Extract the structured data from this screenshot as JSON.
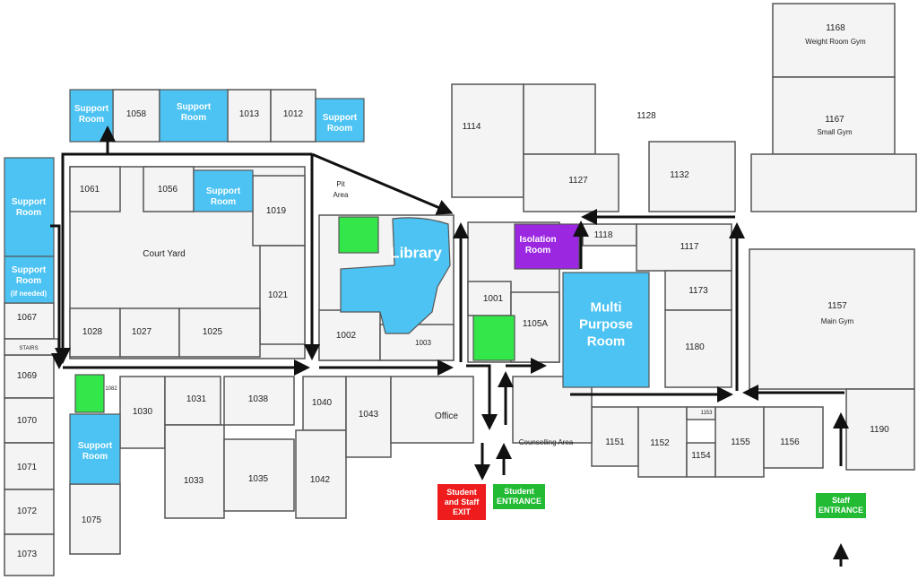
{
  "colors": {
    "room": "#f4f4f4",
    "wall": "#555555",
    "support": "#4cc3f3",
    "isolation": "#9b27e0",
    "green": "#33e64a",
    "exit": "#ee1c1c",
    "entrance": "#22bb33",
    "arrow": "#111111"
  },
  "support_rooms": {
    "top_left": "Support\nRoom",
    "top_mid": "Support\nRoom",
    "top_right": "Support\nRoom",
    "left_tall": "Support\nRoom",
    "left_if": "Support\nRoom",
    "left_if_note": "(if needed)",
    "court": "Support\nRoom",
    "south": "Support\nRoom"
  },
  "special": {
    "library": "Library",
    "multi_purpose": "Multi\nPurpose\nRoom",
    "isolation": "Isolation\nRoom",
    "pit_area": "Pit\nArea",
    "court_yard": "Court Yard",
    "office": "Office",
    "counselling": "Counselling Area",
    "stairs": "STAIRS"
  },
  "rooms": {
    "r1058": "1058",
    "r1013": "1013",
    "r1012": "1012",
    "r1061": "1061",
    "r1056": "1056",
    "r1019": "1019",
    "r1021": "1021",
    "r1067": "1067",
    "r1028": "1028",
    "r1027": "1027",
    "r1025": "1025",
    "r1069": "1069",
    "r1070": "1070",
    "r1071": "1071",
    "r1072": "1072",
    "r1073": "1073",
    "r1075": "1075",
    "r1082": "1082",
    "r1030": "1030",
    "r1031": "1031",
    "r1038": "1038",
    "r1033": "1033",
    "r1035": "1035",
    "r1040": "1040",
    "r1043": "1043",
    "r1042": "1042",
    "r1002": "1002",
    "r1003": "1003",
    "r1001": "1001",
    "r1105A": "1105A",
    "r1114": "1114",
    "r1128": "1128",
    "r1127": "1127",
    "r1132": "1132",
    "r1118": "1118",
    "r1117": "1117",
    "r1173": "1173",
    "r1180": "1180",
    "r1151": "1151",
    "r1152": "1152",
    "r1153": "1153",
    "r1154": "1154",
    "r1155": "1155",
    "r1156": "1156",
    "r1168": "1168",
    "r1168_name": "Weight Room Gym",
    "r1167": "1167",
    "r1167_name": "Small Gym",
    "r1157": "1157",
    "r1157_name": "Main Gym",
    "r1190": "1190"
  },
  "entrances": {
    "student_exit": "Student\nand Staff\nEXIT",
    "student_entrance": "Student\nENTRANCE",
    "staff_entrance": "Staff\nENTRANCE"
  }
}
